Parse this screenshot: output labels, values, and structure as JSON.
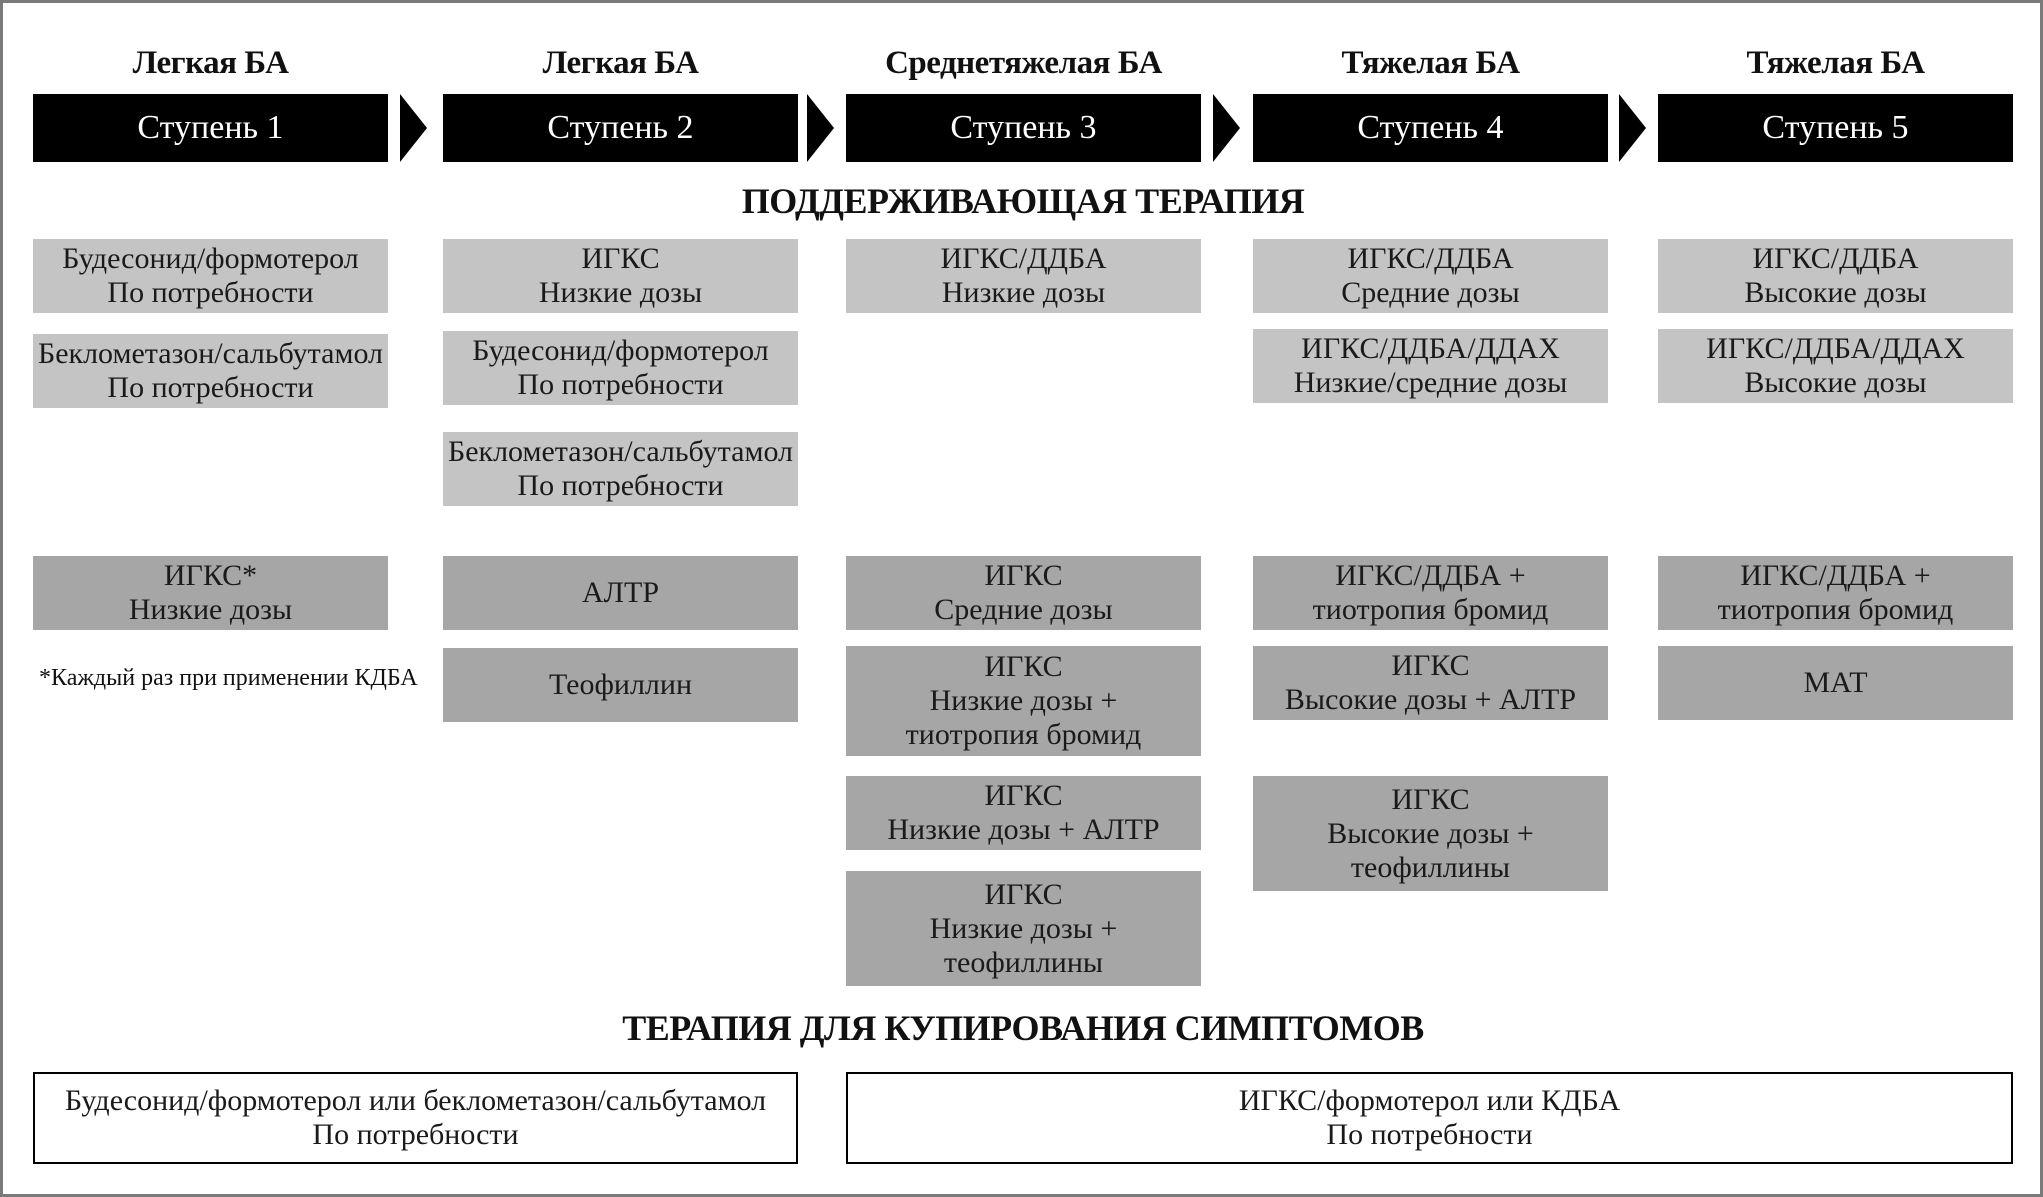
{
  "steps": [
    {
      "severity": "Легкая БА",
      "label": "Ступень 1"
    },
    {
      "severity": "Легкая БА",
      "label": "Ступень 2"
    },
    {
      "severity": "Среднетяжелая БА",
      "label": "Ступень 3"
    },
    {
      "severity": "Тяжелая БА",
      "label": "Ступень 4"
    },
    {
      "severity": "Тяжелая БА",
      "label": "Ступень 5"
    }
  ],
  "maintenance": {
    "title": "ПОДДЕРЖИВАЮЩАЯ ТЕРАПИЯ",
    "step1": {
      "preferred": [
        {
          "line1": "Будесонид/формотерол",
          "line2": "По потребности"
        },
        {
          "line1": "Беклометазон/сальбутамол",
          "line2": "По потребности"
        }
      ],
      "alternative": [
        {
          "line1": "ИГКС*",
          "line2": "Низкие дозы"
        }
      ],
      "footnote": "*Каждый раз при применении КДБА"
    },
    "step2": {
      "preferred": [
        {
          "line1": "ИГКС",
          "line2": "Низкие дозы"
        },
        {
          "line1": "Будесонид/формотерол",
          "line2": "По потребности"
        },
        {
          "line1": "Беклометазон/сальбутамол",
          "line2": "По потребности"
        }
      ],
      "alternative": [
        {
          "line1": "АЛТР"
        },
        {
          "line1": "Теофиллин"
        }
      ]
    },
    "step3": {
      "preferred": [
        {
          "line1": "ИГКС/ДДБА",
          "line2": "Низкие дозы"
        }
      ],
      "alternative": [
        {
          "line1": "ИГКС",
          "line2": "Средние дозы"
        },
        {
          "line1": "ИГКС",
          "line2": "Низкие дозы +",
          "line3": "тиотропия бромид"
        },
        {
          "line1": "ИГКС",
          "line2": "Низкие дозы + АЛТР"
        },
        {
          "line1": "ИГКС",
          "line2": "Низкие дозы +",
          "line3": "теофиллины"
        }
      ]
    },
    "step4": {
      "preferred": [
        {
          "line1": "ИГКС/ДДБА",
          "line2": "Средние дозы"
        },
        {
          "line1": "ИГКС/ДДБА/ДДАХ",
          "line2": "Низкие/средние дозы"
        }
      ],
      "alternative": [
        {
          "line1": "ИГКС/ДДБА +",
          "line2": "тиотропия бромид"
        },
        {
          "line1": "ИГКС",
          "line2": "Высокие дозы + АЛТР"
        },
        {
          "line1": "ИГКС",
          "line2": "Высокие дозы +",
          "line3": "теофиллины"
        }
      ]
    },
    "step5": {
      "preferred": [
        {
          "line1": "ИГКС/ДДБА",
          "line2": "Высокие дозы"
        },
        {
          "line1": "ИГКС/ДДБА/ДДАХ",
          "line2": "Высокие дозы"
        }
      ],
      "alternative": [
        {
          "line1": "ИГКС/ДДБА +",
          "line2": "тиотропия бромид"
        },
        {
          "line1": "МАТ"
        }
      ]
    }
  },
  "reliever": {
    "title": "ТЕРАПИЯ ДЛЯ КУПИРОВАНИЯ СИМПТОМОВ",
    "steps_1_2": {
      "line1": "Будесонид/формотерол или беклометазон/сальбутамол",
      "line2": "По потребности"
    },
    "steps_3_5": {
      "line1": "ИГКС/формотерол или КДБА",
      "line2": "По потребности"
    }
  },
  "colors": {
    "step_bar": "#000000",
    "preferred_fill": "#c4c4c4",
    "alternative_fill": "#a6a6a6",
    "frame_border": "#7a7a7a"
  }
}
